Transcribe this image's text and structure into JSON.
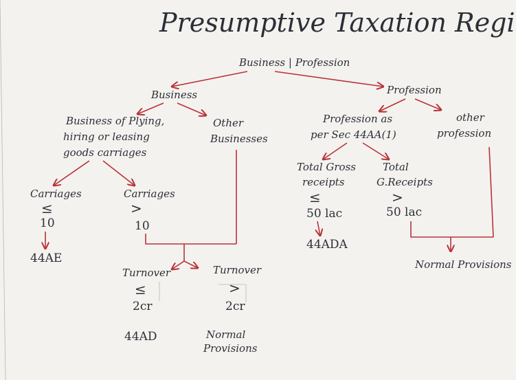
{
  "title": "Presumptive Taxation Regime",
  "nodes": {
    "root": "Business | Profession",
    "business": "Business",
    "profession": "Profession",
    "goods_carriage": [
      "Business of Plying,",
      "hiring or leasing",
      "goods carriages"
    ],
    "other_businesses": [
      "Other",
      "Businesses"
    ],
    "prof_44aa": [
      "Profession as",
      "per Sec 44AA(1)"
    ],
    "other_profession": [
      "other",
      "profession"
    ],
    "carriages_le": {
      "label": "Carriages",
      "symbol": "≤",
      "value": "10"
    },
    "carriages_gt": {
      "label": "Carriages",
      "symbol": ">",
      "value": "10"
    },
    "s44ae": "44AE",
    "gross_le": {
      "label": [
        "Total Gross",
        "receipts"
      ],
      "symbol": "≤",
      "value": "50 lac"
    },
    "gross_gt": {
      "label": [
        "Total",
        "G.Receipts"
      ],
      "symbol": ">",
      "value": "50 lac"
    },
    "s44ada": "44ADA",
    "normal_provisions_right": "Normal Provisions",
    "turnover_le": {
      "label": "Turnover",
      "symbol": "≤",
      "value": "2cr"
    },
    "turnover_gt": {
      "label": "Turnover",
      "symbol": ">",
      "value": "2cr"
    },
    "s44ad": "44AD",
    "normal_provisions_bottom": [
      "Normal",
      "Provisions"
    ]
  },
  "colors": {
    "ink": "#2b2f38",
    "arrow": "#b8323a",
    "paper": "#f4f2ee"
  }
}
